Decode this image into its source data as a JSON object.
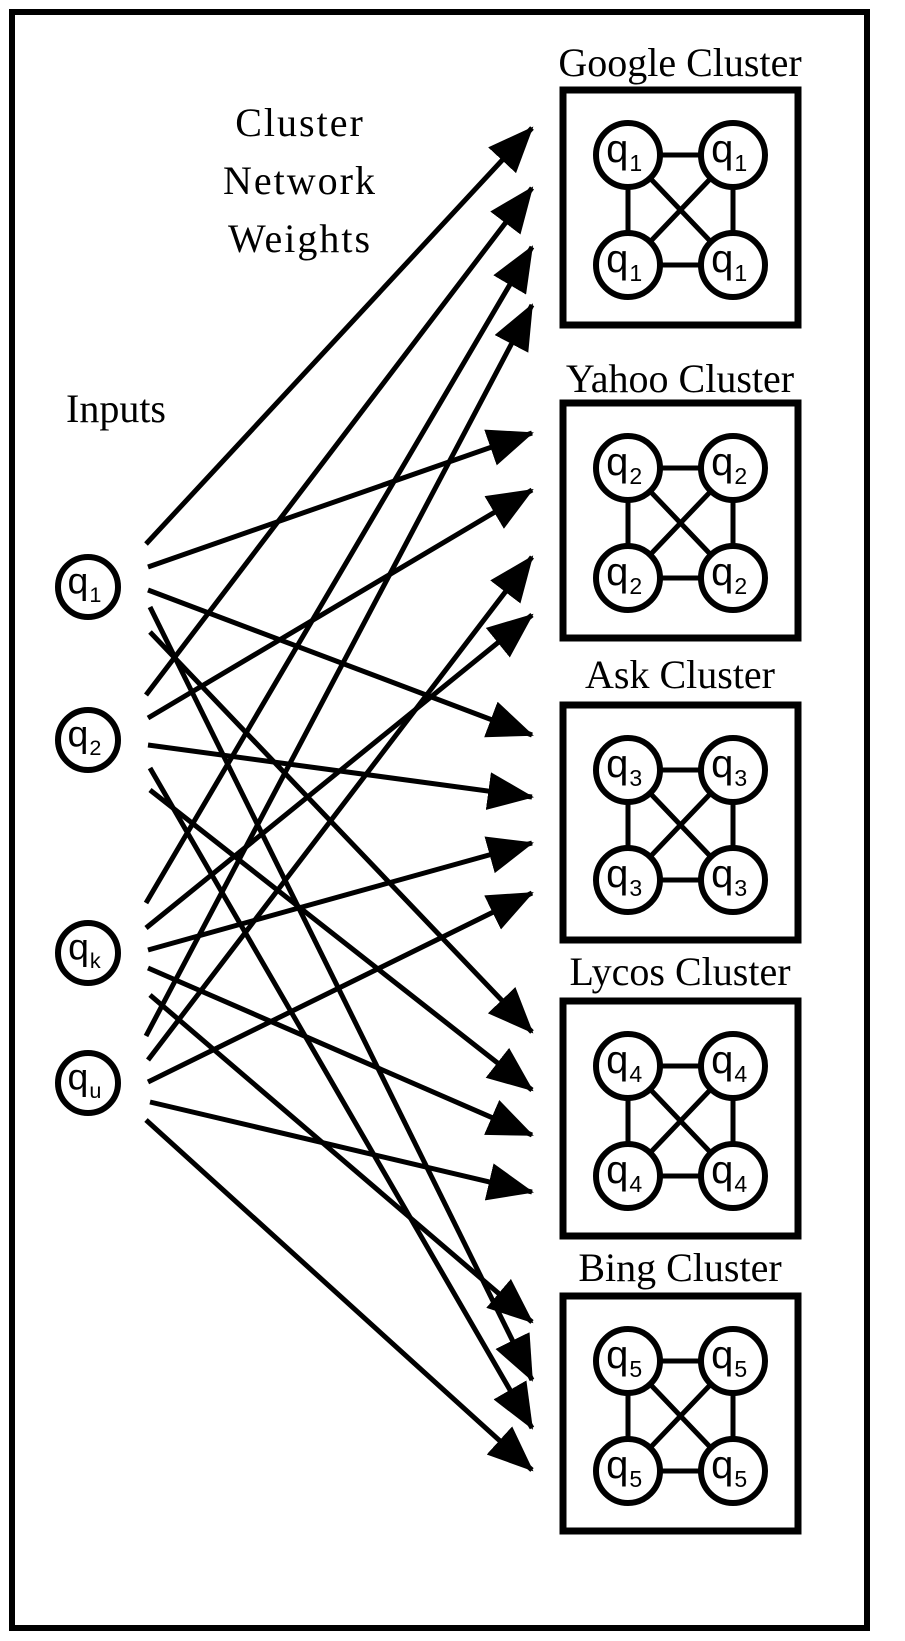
{
  "labels": {
    "weights_line1": "Cluster",
    "weights_line2": "Network",
    "weights_line3": "Weights",
    "inputs": "Inputs"
  },
  "inputs": [
    {
      "base": "q",
      "sub": "1"
    },
    {
      "base": "q",
      "sub": "2"
    },
    {
      "base": "q",
      "sub": "k"
    },
    {
      "base": "q",
      "sub": "u"
    }
  ],
  "clusters": [
    {
      "title": "Google Cluster",
      "base": "q",
      "sub": "1"
    },
    {
      "title": "Yahoo Cluster",
      "base": "q",
      "sub": "2"
    },
    {
      "title": "Ask Cluster",
      "base": "q",
      "sub": "3"
    },
    {
      "title": "Lycos Cluster",
      "base": "q",
      "sub": "4"
    },
    {
      "title": "Bing Cluster",
      "base": "q",
      "sub": "5"
    }
  ],
  "colors": {
    "stroke": "#000000",
    "background": "#ffffff"
  }
}
